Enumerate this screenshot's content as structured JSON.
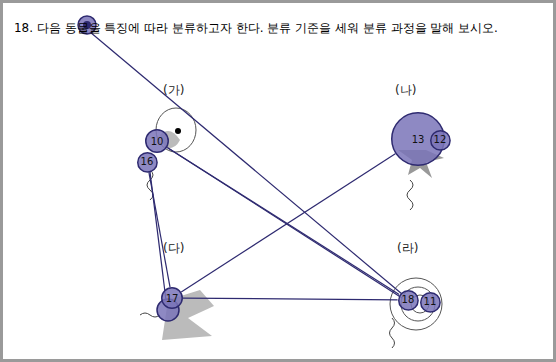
{
  "diagram": {
    "title": "18. 다음 동물을 특징에 따라 분류하고자 한다. 분류 기준을 세워 분류 과정을 말해 보시오.",
    "nodes": [
      {
        "text": [
          "10"
        ]
      },
      {
        "text": [
          "16"
        ]
      },
      {
        "text": [
          "13"
        ]
      },
      {
        "text": [
          "12"
        ]
      },
      {
        "text": [
          "17"
        ]
      },
      {
        "text": [
          "18"
        ]
      },
      {
        "text": [
          "11"
        ]
      }
    ],
    "edges": [
      {
        "from": 0,
        "to": 5,
        "arrow": "none"
      },
      {
        "from": 1,
        "to": 4,
        "arrow": "none"
      },
      {
        "from": 4,
        "to": 2,
        "arrow": "none"
      },
      {
        "from": 4,
        "to": 5,
        "arrow": "none"
      }
    ],
    "labels": [
      "(가)",
      "(나)",
      "(다)",
      "(라)"
    ]
  }
}
